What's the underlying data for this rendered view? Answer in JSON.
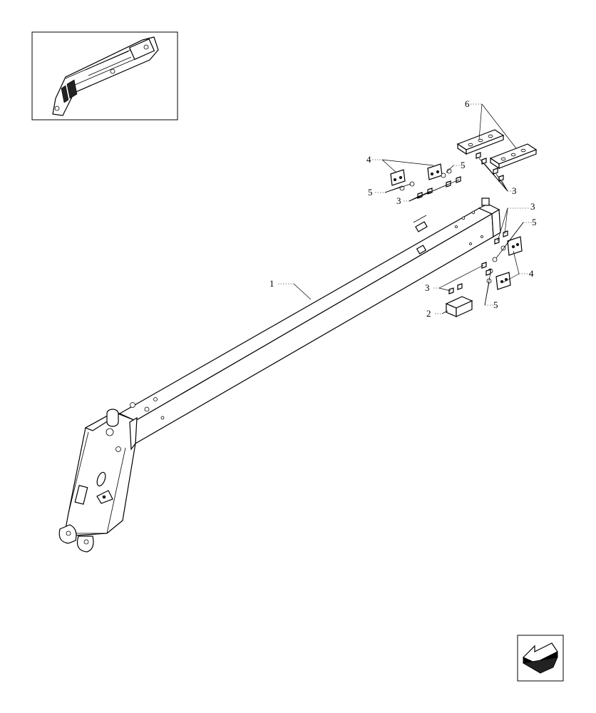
{
  "diagram": {
    "callouts": [
      {
        "id": "c1",
        "text": "1"
      },
      {
        "id": "c2",
        "text": "2"
      },
      {
        "id": "c3a",
        "text": "3"
      },
      {
        "id": "c3b",
        "text": "3"
      },
      {
        "id": "c3c",
        "text": "3"
      },
      {
        "id": "c3d",
        "text": "3"
      },
      {
        "id": "c4a",
        "text": "4"
      },
      {
        "id": "c4b",
        "text": "4"
      },
      {
        "id": "c5a",
        "text": "5"
      },
      {
        "id": "c5b",
        "text": "5"
      },
      {
        "id": "c5c",
        "text": "5"
      },
      {
        "id": "c5d",
        "text": "5"
      },
      {
        "id": "c6",
        "text": "6"
      }
    ]
  },
  "icons": {
    "inset": "boom-assembly-thumbnail-icon",
    "nav": "back-arrow-icon"
  }
}
